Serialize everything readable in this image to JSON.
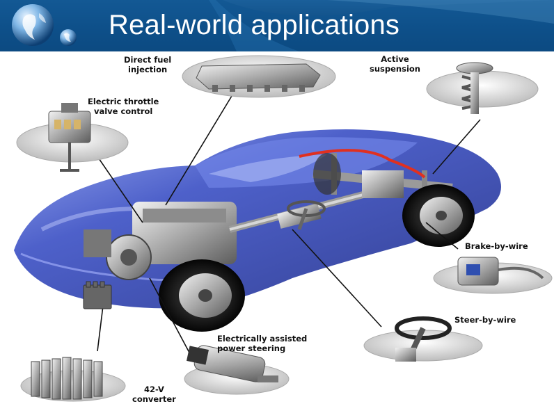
{
  "header": {
    "title": "Real-world applications"
  },
  "labels": {
    "direct_fuel": "Direct fuel\ninjection",
    "active_suspension": "Active\nsuspension",
    "throttle": "Electric throttle\nvalve control",
    "brake": "Brake-by-wire",
    "steer": "Steer-by-wire",
    "eps": "Electrically assisted\npower steering",
    "converter": "42-V\nconverter"
  },
  "colors": {
    "header": "#0d4a80",
    "car_body": "#3a4fc4",
    "brake_line": "#e03020"
  },
  "icons": [
    "globe-icon",
    "small-globe-icon"
  ]
}
